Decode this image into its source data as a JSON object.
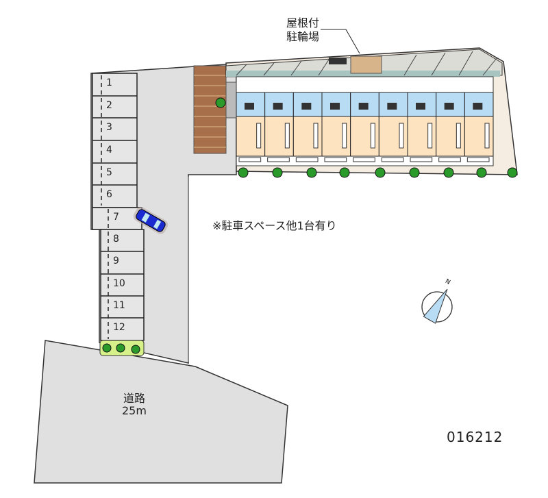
{
  "bike_parking": {
    "line1": "屋根付",
    "line2": "駐輪場"
  },
  "parking_spaces": [
    "1",
    "2",
    "3",
    "4",
    "5",
    "6",
    "7",
    "8",
    "9",
    "10",
    "11",
    "12"
  ],
  "note": "※駐車スペース他1台有り",
  "road": {
    "label": "道路",
    "width": "25m"
  },
  "property_code": "016212",
  "compass": {
    "north": "N"
  },
  "colors": {
    "lot": "#e0e0e0",
    "unit_floor": "#fde3c0",
    "unit_wet": "#b8dcf4",
    "roof": "#c8d8d4",
    "brick": "#a8704a",
    "car": "#1a2cd0",
    "tree": "#2a9a2a"
  }
}
